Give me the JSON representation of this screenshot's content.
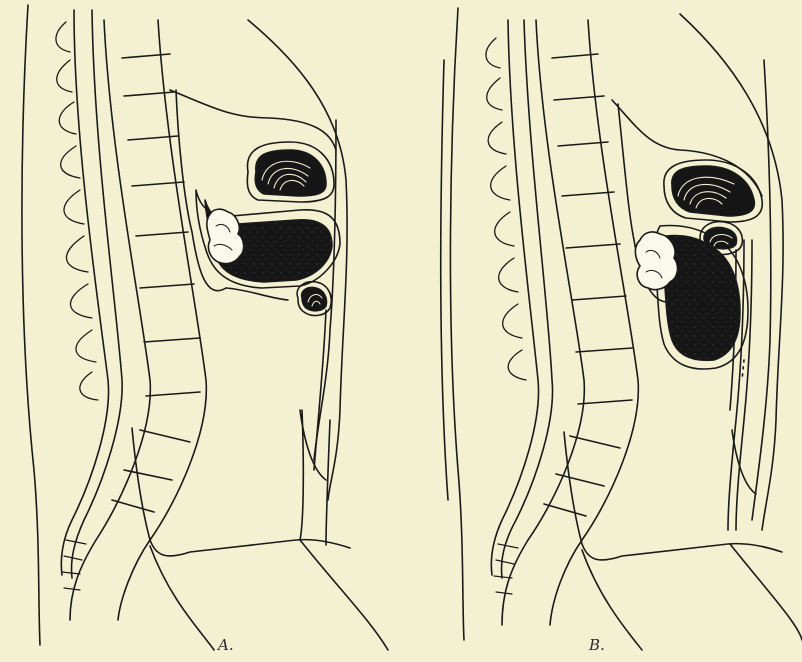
{
  "figures": [
    {
      "id": "A",
      "caption": "A."
    },
    {
      "id": "B",
      "caption": "B."
    }
  ],
  "colors": {
    "paper": "#f4f0d2",
    "ink": "#1a1a1a",
    "dark_mass": "#161616",
    "growth": "#fbf8ec"
  }
}
